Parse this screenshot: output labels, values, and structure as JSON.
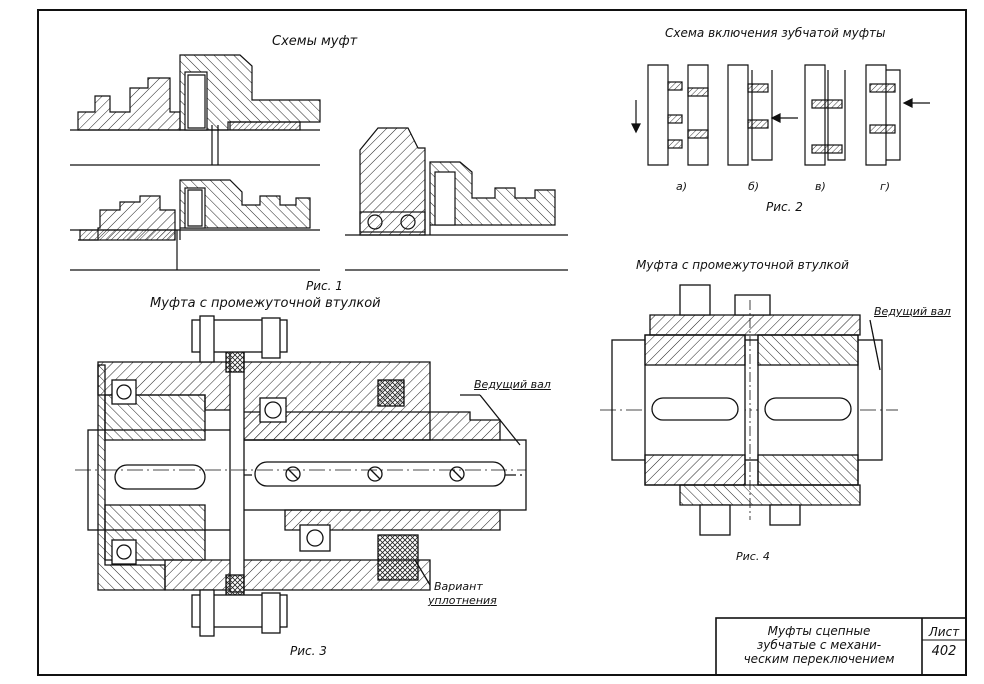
{
  "labels": {
    "schemes_title": "Схемы муфт",
    "fig1_caption": "Рис. 1",
    "fig2_title": "Схема включения зубчатой муфты",
    "fig2_caption": "Рис. 2",
    "fig2_variants": [
      "а)",
      "б)",
      "в)",
      "г)"
    ],
    "fig3_title": "Муфта с промежуточной втулкой",
    "fig3_caption": "Рис. 3",
    "fig3_drive_shaft": "Ведущий вал",
    "fig3_seal_line1": "Вариант",
    "fig3_seal_line2": "уплотнения",
    "fig4_title": "Муфта с промежуточной втулкой",
    "fig4_caption": "Рис. 4",
    "fig4_drive_shaft": "Ведущий вал"
  },
  "title_block": {
    "line1": "Муфты сцепные",
    "line2": "зубчатые с механи-",
    "line3": "ческим переключением",
    "sheet_label": "Лист",
    "sheet_number": "402"
  }
}
